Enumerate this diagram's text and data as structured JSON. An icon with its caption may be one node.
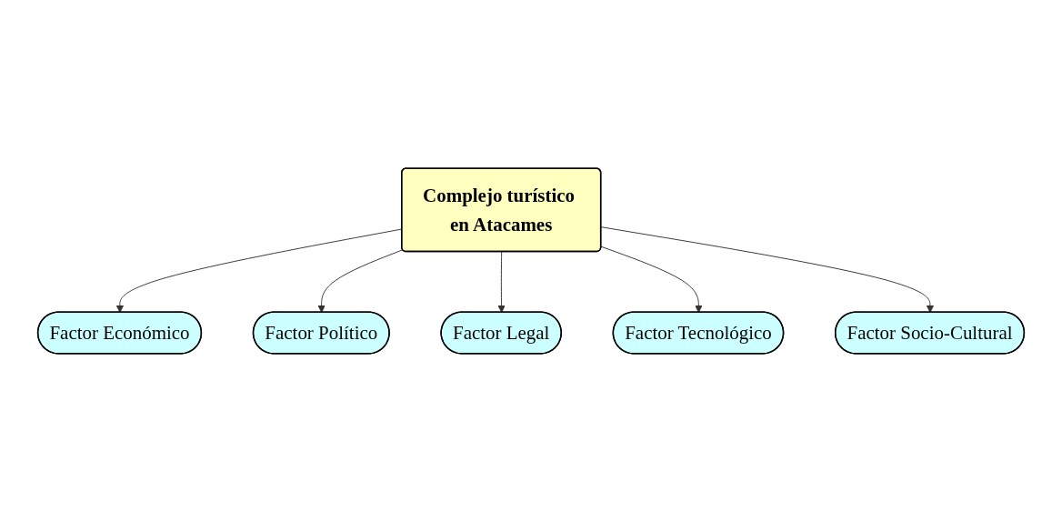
{
  "diagram": {
    "nodes": [
      {
        "text": [
          "Factor Económico"
        ]
      },
      {
        "text": [
          "Factor Político"
        ]
      },
      {
        "text": [
          "Factor Legal"
        ]
      },
      {
        "text": [
          "Complejo turístico en Atacames"
        ]
      },
      {
        "text": [
          "Factor Tecnológico"
        ]
      },
      {
        "text": [
          "Factor Socio-Cultural"
        ]
      }
    ],
    "edges": [
      {
        "from": 3,
        "to": 0,
        "arrow": "to"
      },
      {
        "from": 3,
        "to": 1,
        "arrow": "to"
      },
      {
        "from": 3,
        "to": 2,
        "arrow": "to"
      },
      {
        "from": 3,
        "to": 4,
        "arrow": "to"
      },
      {
        "from": 3,
        "to": 5,
        "arrow": "to"
      }
    ]
  }
}
